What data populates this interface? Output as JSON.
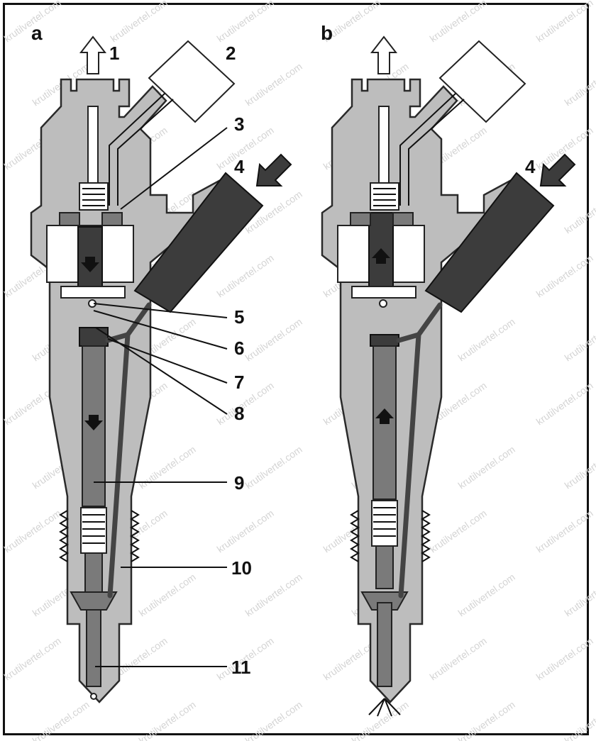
{
  "panels": {
    "a": {
      "label": "a"
    },
    "b": {
      "label": "b"
    }
  },
  "callouts": [
    "1",
    "2",
    "3",
    "4",
    "5",
    "6",
    "7",
    "8",
    "9",
    "10",
    "11"
  ],
  "panel_b_callouts": [
    "4"
  ],
  "watermark": "krutilvertel.com",
  "colors": {
    "body": "#bdbdbd",
    "dark": "#3c3c3c",
    "line": "#111111"
  }
}
